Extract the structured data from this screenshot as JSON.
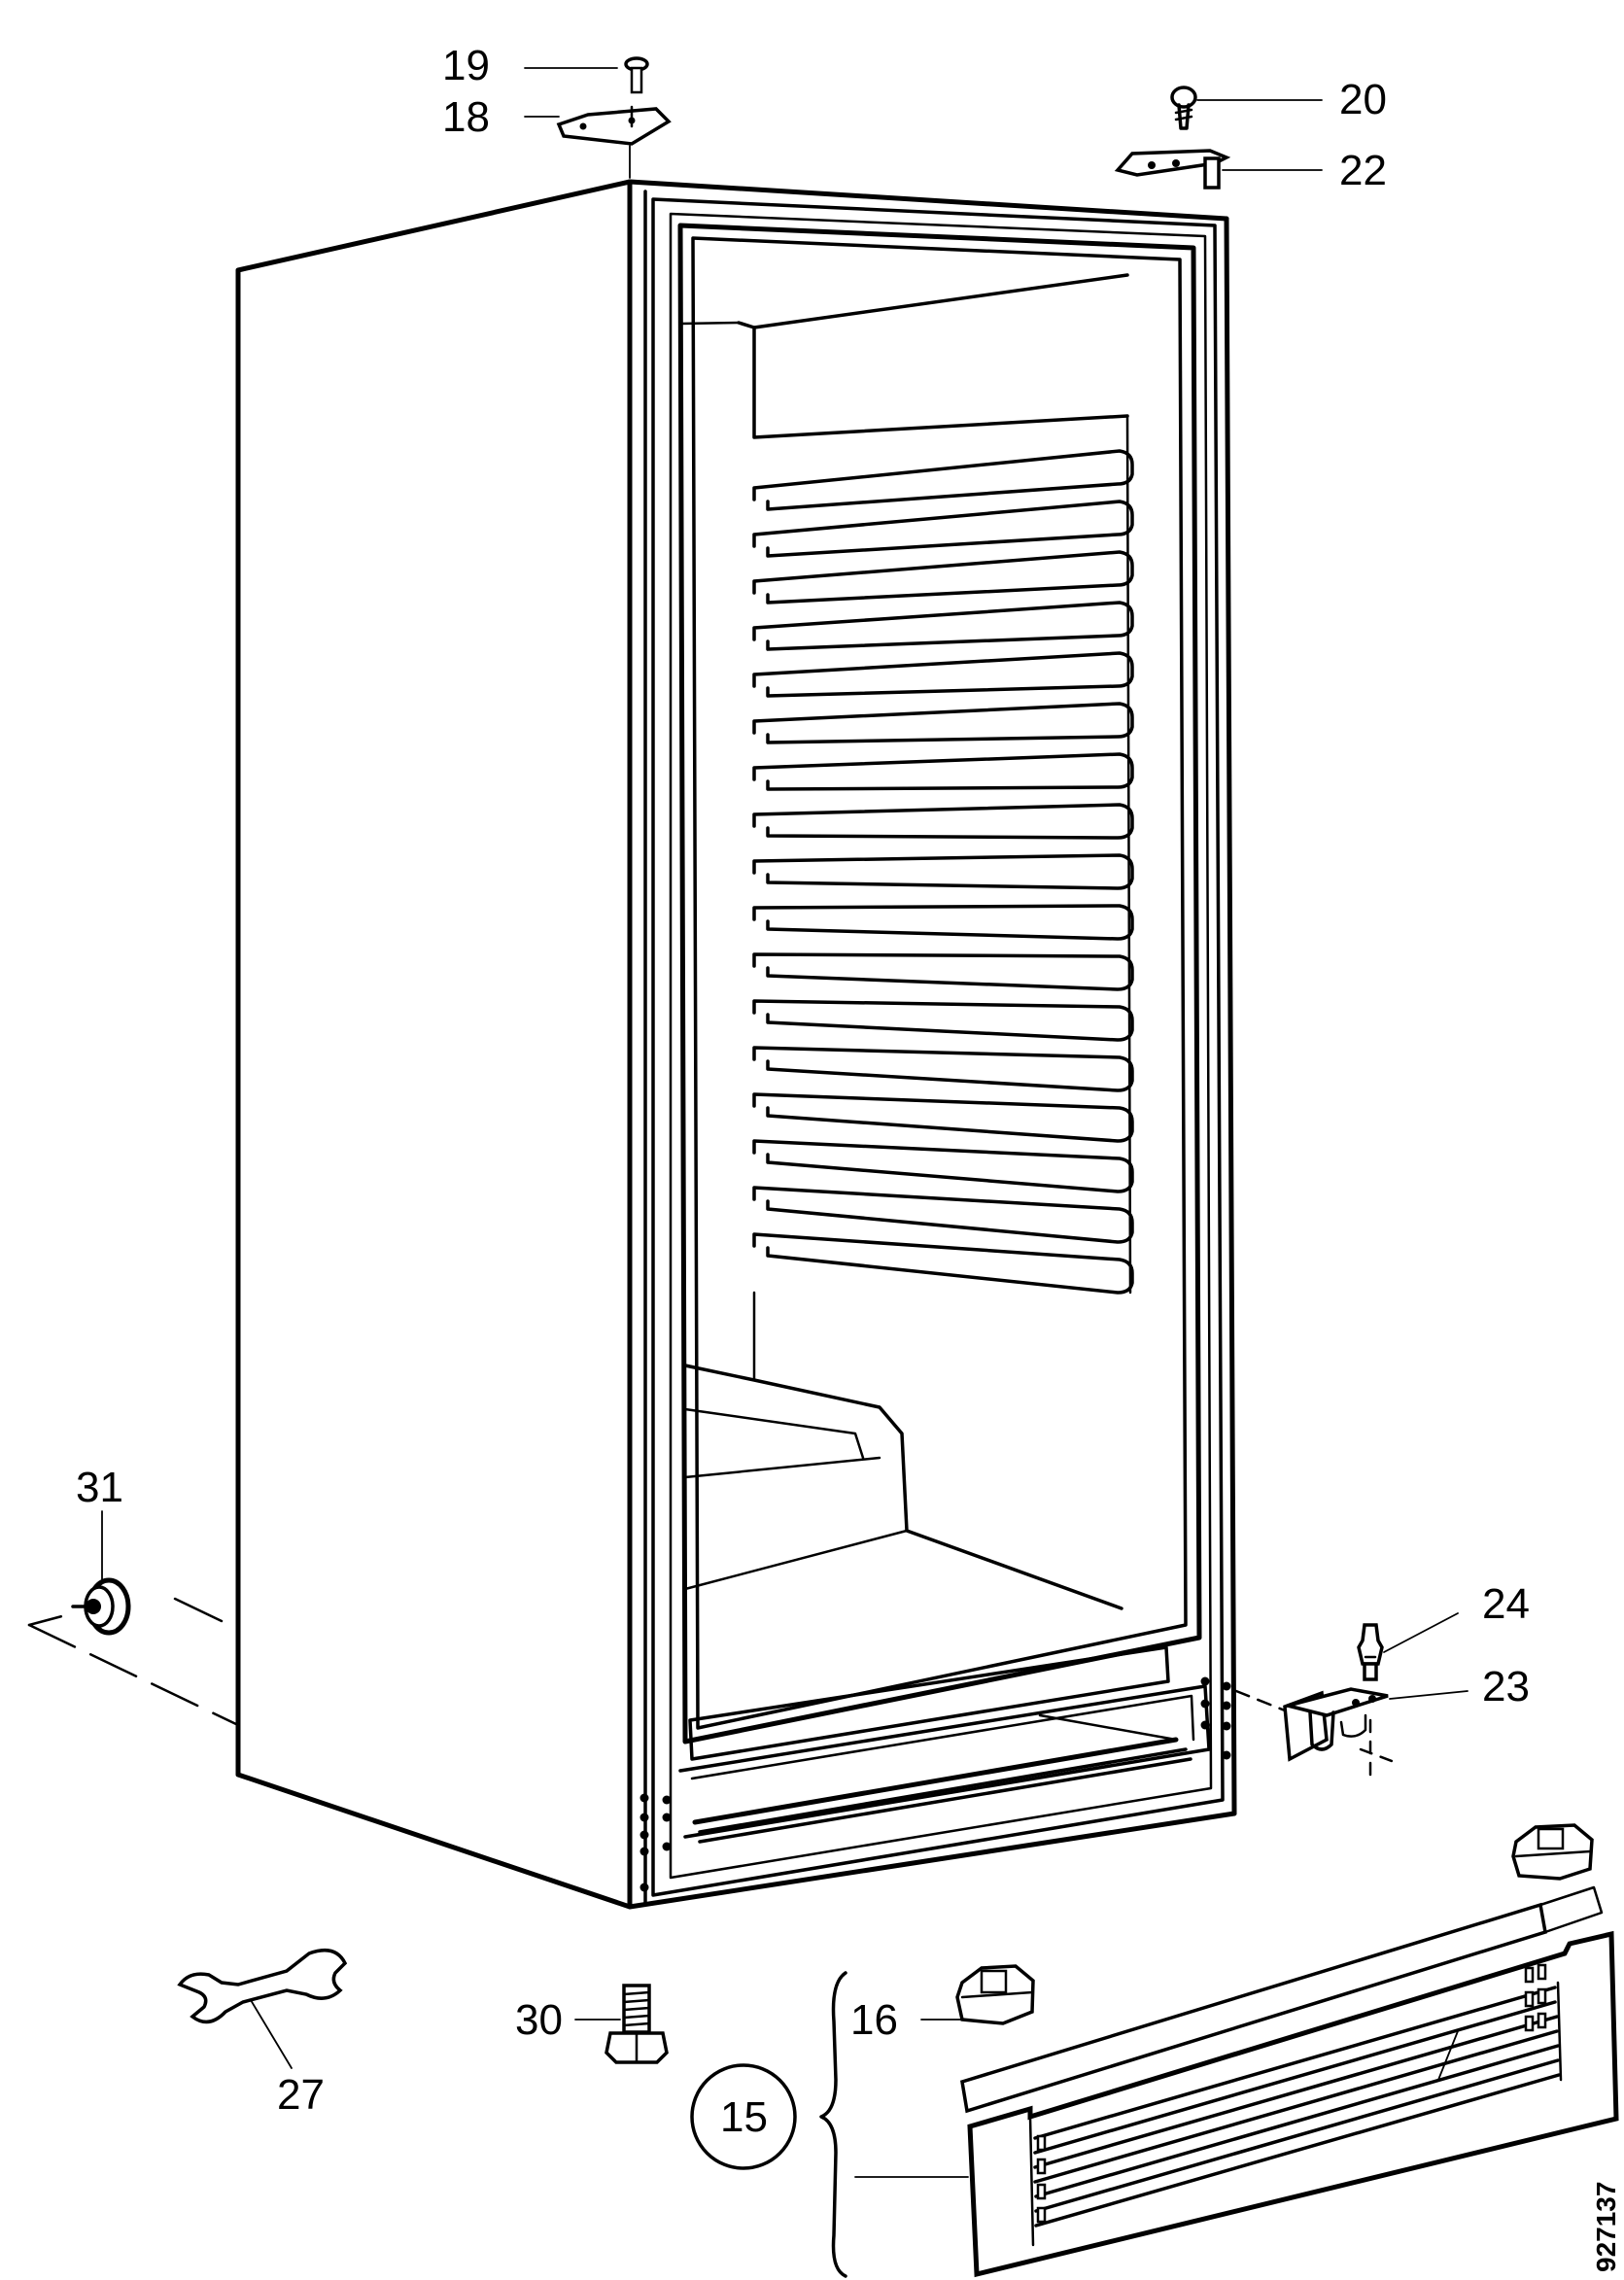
{
  "callouts": {
    "c15": "15",
    "c16": "16",
    "c18": "18",
    "c19": "19",
    "c20": "20",
    "c22": "22",
    "c23": "23",
    "c24": "24",
    "c27": "27",
    "c30": "30",
    "c31": "31"
  },
  "drawing_number": "927137"
}
